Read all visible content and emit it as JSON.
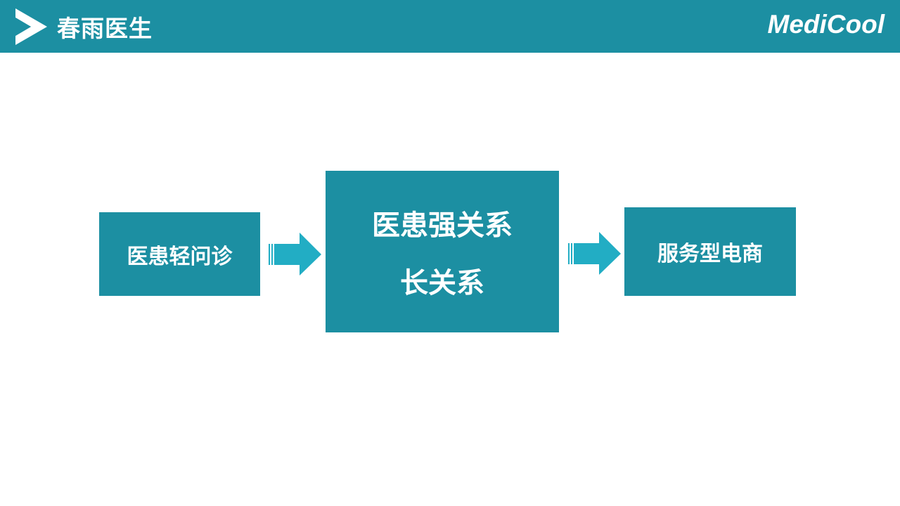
{
  "header": {
    "title": "春雨医生",
    "brand": "MediCool"
  },
  "flow": {
    "step1": "医患轻问诊",
    "step2": {
      "line1": "医患强关系",
      "line2": "长关系"
    },
    "step3": "服务型电商"
  },
  "colors": {
    "header": "#1c8fa2",
    "box": "#1c8fa2",
    "arrow": "#22adc4"
  }
}
